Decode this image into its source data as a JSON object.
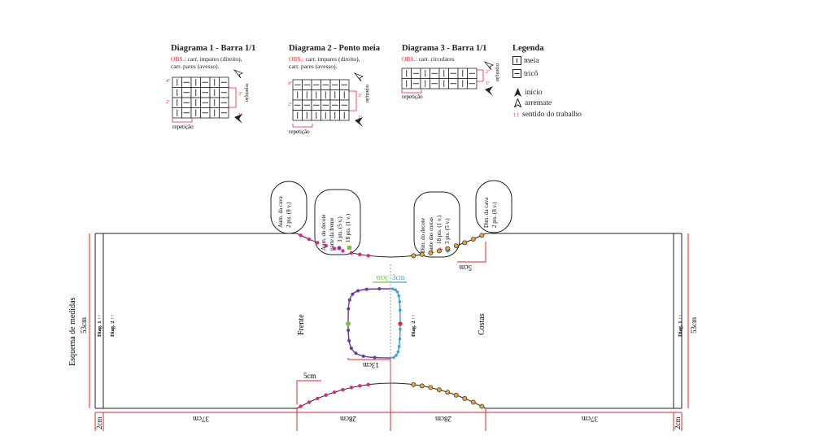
{
  "diagrams": [
    {
      "title": "Diagrama 1 - Barra 1/1",
      "obs_label": "OBS.:",
      "obs_text1": "carr. impares (direito),",
      "obs_text2": "carr. pares (avesso).",
      "row_labels": [
        "4ª",
        "2ª",
        "3ª",
        "1ª"
      ],
      "repeat_v": "repetição",
      "repeat_h": "repetição"
    },
    {
      "title": "Diagrama 2 - Ponto meia",
      "obs_label": "OBS.:",
      "obs_text1": "carr. impares (direito),",
      "obs_text2": "carr. pares (avesso).",
      "row_labels": [
        "4ª",
        "2ª",
        "3ª",
        "1ª"
      ],
      "repeat_v": "repetição",
      "repeat_h": "repetição"
    },
    {
      "title": "Diagrama 3 - Barra 1/1",
      "obs_label": "OBS.:",
      "obs_text1": "carr. circulares",
      "row_labels": [
        "2ª",
        "1ª"
      ],
      "repeat_v": "repetição",
      "repeat_h": "repetição"
    }
  ],
  "legend": {
    "title": "Legenda",
    "items": [
      {
        "icon": "meia-icon",
        "label": "meia"
      },
      {
        "icon": "trico-icon",
        "label": "tricô"
      },
      {
        "icon": "inicio-arrow-icon",
        "label": "início"
      },
      {
        "icon": "arremate-arrow-icon",
        "label": "arremate"
      },
      {
        "icon": "direction-arrows-icon",
        "symbol": "↑↑",
        "label": "sentido do trabalho"
      }
    ]
  },
  "schema": {
    "title": "Esquema de medidas",
    "height_left": "53cm",
    "height_right": "53cm",
    "diag1": "Diag. 1 ↑↑",
    "diag2": "Diag. 2 ↑↑",
    "frente": "Frente",
    "costas": "Costas",
    "bubbles": [
      {
        "lines": [
          "Aum. da cava",
          "2 pts. (8 v.)"
        ]
      },
      {
        "lines": [
          "Aum. do decote",
          "parte da frente",
          "3 pts. (5 v.)",
          "18 pts. (1 v.)"
        ]
      },
      {
        "lines": [
          "Dim. do decote",
          "parte das costas",
          "18 pts. (1 v.)",
          "3 pts. (5 v.)"
        ]
      },
      {
        "lines": [
          "Dim. da cava",
          "2 pts. (8 v.)"
        ]
      }
    ],
    "meas_5cm_top": "5cm",
    "meas_5cm_bottom": "5cm",
    "meas_3cm_green": "3cm",
    "meas_3cm_blue": "3cm",
    "meas_13cm": "13cm",
    "bottom": [
      "2cm",
      "37cm",
      "28cm",
      "28cm",
      "37cm",
      "2cm"
    ]
  },
  "colors": {
    "red": "#e0252b",
    "magenta": "#e0218a",
    "orange": "#f0a030",
    "purple": "#6a3aa0",
    "blue": "#3aa0e0",
    "green": "#7cc04a"
  }
}
